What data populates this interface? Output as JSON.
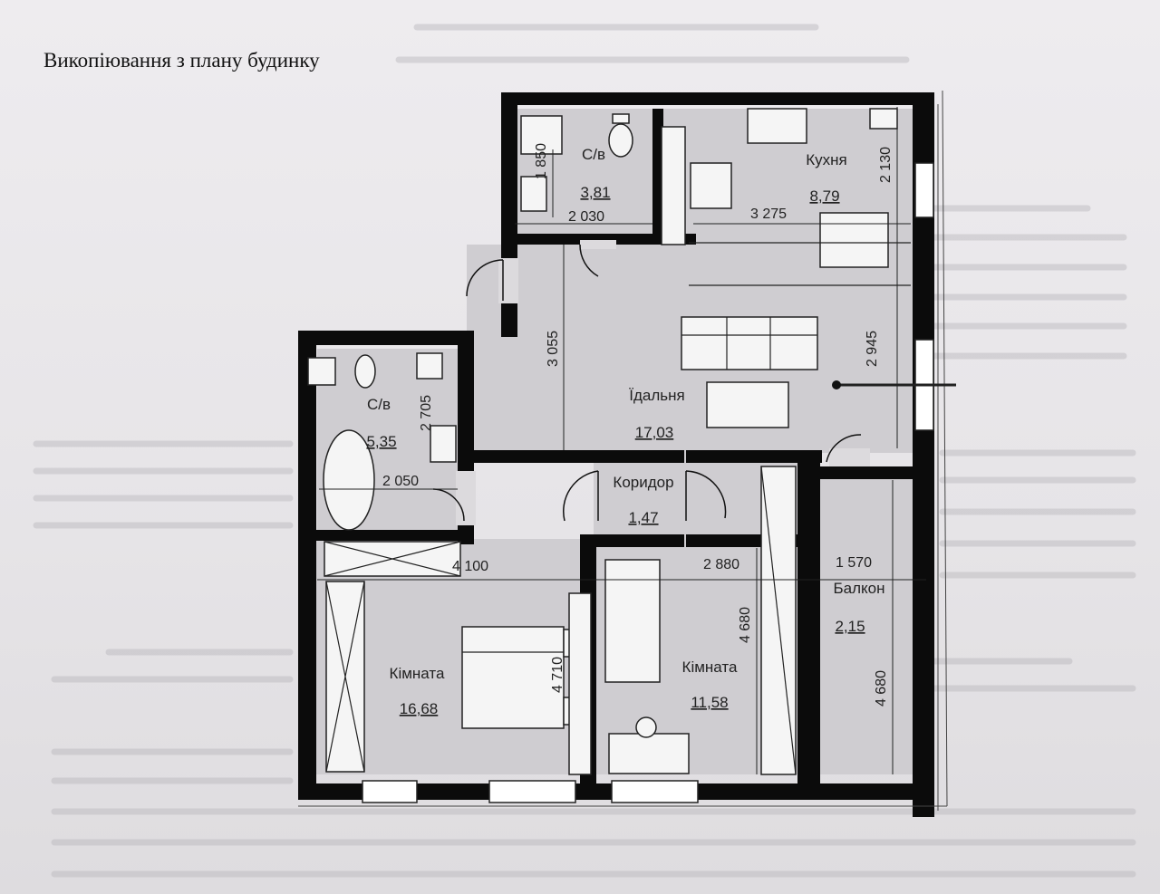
{
  "document": {
    "title": "Викопіювання з плану будинку"
  },
  "rooms": [
    {
      "key": "bath_top",
      "name": "С/в",
      "area": "3,81"
    },
    {
      "key": "kitchen",
      "name": "Кухня",
      "area": "8,79"
    },
    {
      "key": "bath_left",
      "name": "С/в",
      "area": "5,35"
    },
    {
      "key": "dining",
      "name": "Їдальня",
      "area": "17,03"
    },
    {
      "key": "corridor",
      "name": "Коридор",
      "area": "1,47"
    },
    {
      "key": "room1",
      "name": "Кімната",
      "area": "16,68"
    },
    {
      "key": "room2",
      "name": "Кімната",
      "area": "11,58"
    },
    {
      "key": "balcony",
      "name": "Балкон",
      "area": "2,15"
    }
  ],
  "dimensions": {
    "d1850": "1 850",
    "d2030": "2 030",
    "d3275": "3 275",
    "d2130": "2 130",
    "d3055": "3 055",
    "d2945": "2 945",
    "d2705": "2 705",
    "d2050": "2 050",
    "d4100": "4 100",
    "d2880": "2 880",
    "d1570": "1 570",
    "d4680a": "4 680",
    "d4710": "4 710",
    "d4680b": "4 680"
  }
}
